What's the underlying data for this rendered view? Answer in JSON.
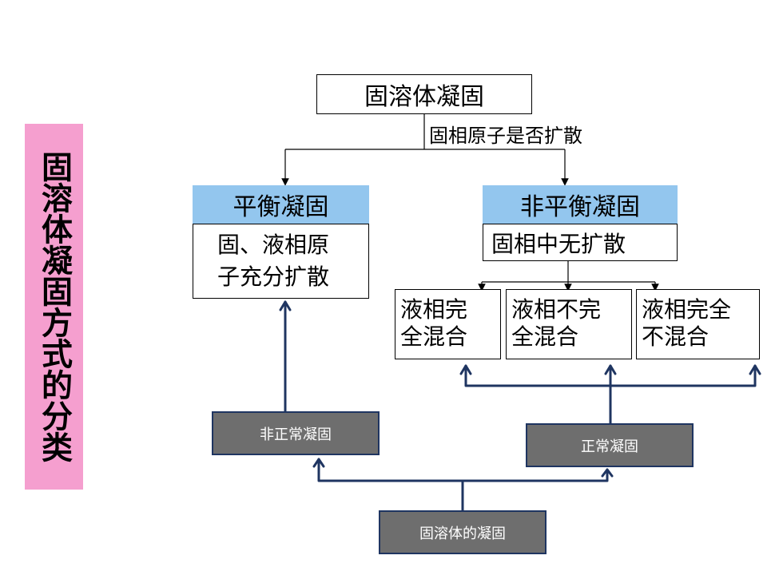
{
  "side_title": "固溶体凝固方式的分类",
  "top": {
    "root": "固溶体凝固",
    "branch_label": "固相原子是否扩散",
    "equilibrium": {
      "title": "平衡凝固",
      "desc_line1": "固、液相原",
      "desc_line2": "子充分扩散"
    },
    "non_equilibrium": {
      "title": "非平衡凝固",
      "desc": "固相中无扩散",
      "cases": [
        {
          "line1": "液相完",
          "line2": "全混合"
        },
        {
          "line1": "液相不完",
          "line2": "全混合"
        },
        {
          "line1": "液相完全",
          "line2": "不混合"
        }
      ]
    }
  },
  "bottom": {
    "abnormal": "非正常凝固",
    "normal": "正常凝固",
    "base": "固溶体的凝固"
  },
  "colors": {
    "side_bg": "#f59fcf",
    "header_blue": "#93c6ee",
    "dark_box": "#6e6e6e",
    "navy_line": "#1f3561"
  }
}
